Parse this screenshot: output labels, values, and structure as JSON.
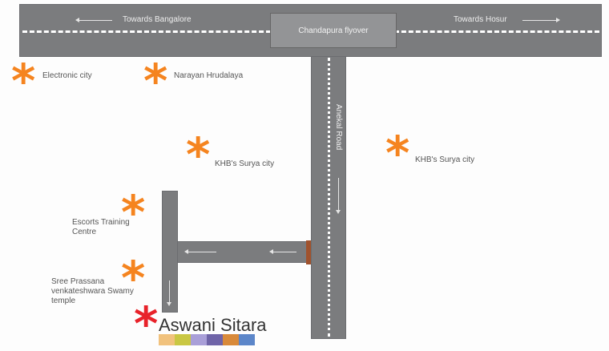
{
  "map": {
    "main_road": {
      "left_label": "Towards Bangalore",
      "right_label": "Towards Hosur",
      "flyover_label": "Chandapura flyover"
    },
    "side_road": {
      "label": "Anekal Road"
    },
    "landmarks": [
      {
        "name": "Electronic city",
        "color": "#f5841f"
      },
      {
        "name": "Narayan Hrudalaya",
        "color": "#f5841f"
      },
      {
        "name": "KHB's Surya city",
        "color": "#f5841f"
      },
      {
        "name": "KHB's Surya city",
        "color": "#f5841f"
      },
      {
        "name": "Escorts Training Centre",
        "line1": "Escorts Training",
        "line2": "Centre",
        "color": "#f5841f"
      },
      {
        "name": "Sree Prassana venkateshwara Swamy temple",
        "line1": "Sree Prassana",
        "line2": "venkateshwara Swamy",
        "line3": "temple",
        "color": "#f5841f"
      }
    ],
    "destination": {
      "name": "Aswani Sitara",
      "color": "#e8222a"
    },
    "star_glyph": "*",
    "colors": {
      "road": "#7b7c7e",
      "landmark": "#f5841f",
      "destination": "#e8222a",
      "gate": "#a0522d"
    }
  }
}
